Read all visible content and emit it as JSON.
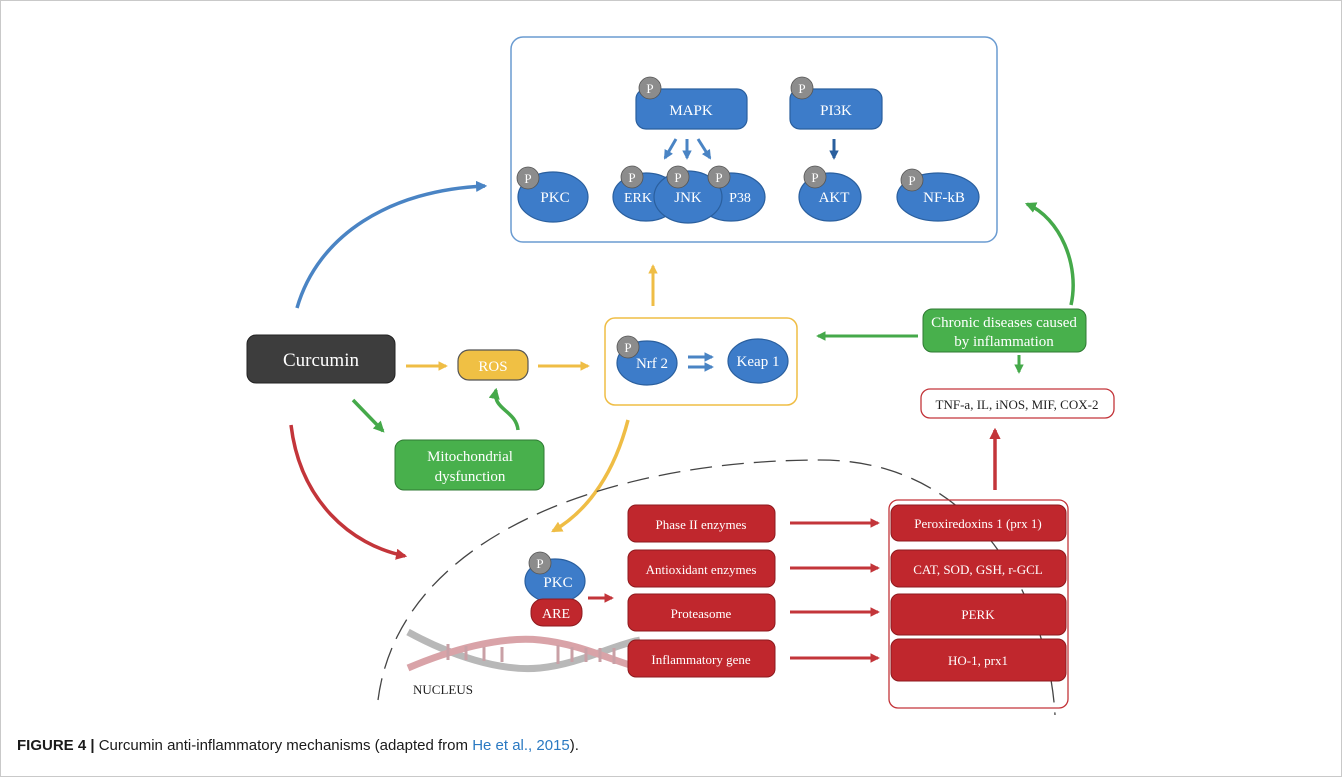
{
  "colors": {
    "blue_node": "#3d7cc9",
    "blue_stroke": "#2a5f9e",
    "red_node": "#c0272d",
    "red_stroke": "#8e1a1e",
    "green_node": "#48b04c",
    "yellow_node": "#f0c044",
    "curcumin": "#3d3d3d",
    "phospho": "#8c8c8c",
    "blue_arrow": "#4a84c4",
    "yellow_arrow": "#efbd45",
    "green_arrow": "#45a94a",
    "red_arrow": "#c3353a",
    "caption_link": "#2a79c2"
  },
  "phospho_label": "P",
  "nodes": {
    "mapk": "MAPK",
    "pi3k": "PI3K",
    "pkc_top": "PKC",
    "erk": "ERK",
    "jnk": "JNK",
    "p38": "P38",
    "akt": "AKT",
    "nfkb": "NF-kB",
    "curcumin": "Curcumin",
    "ros": "ROS",
    "nrf2": "Nrf 2",
    "keap1": "Keap 1",
    "chronic_line1": "Chronic diseases caused",
    "chronic_line2": "by inflammation",
    "cytokines": "TNF-a, IL, iNOS, MIF, COX-2",
    "mito_line1": "Mitochondrial",
    "mito_line2": "dysfunction",
    "pkc_nucleus": "PKC",
    "are": "ARE",
    "nucleus": "NUCLEUS"
  },
  "nucleus_rows": [
    {
      "left": "Phase II enzymes",
      "right": "Peroxiredoxins 1 (prx 1)"
    },
    {
      "left": "Antioxidant enzymes",
      "right": "CAT, SOD, GSH, r-GCL"
    },
    {
      "left": "Proteasome",
      "right": "PERK"
    },
    {
      "left": "Inflammatory gene",
      "right": "HO-1, prx1"
    }
  ],
  "caption": {
    "label": "FIGURE 4 |",
    "text": " Curcumin anti-inflammatory mechanisms (adapted from ",
    "ref": "He et al., 2015",
    "end": ")."
  }
}
